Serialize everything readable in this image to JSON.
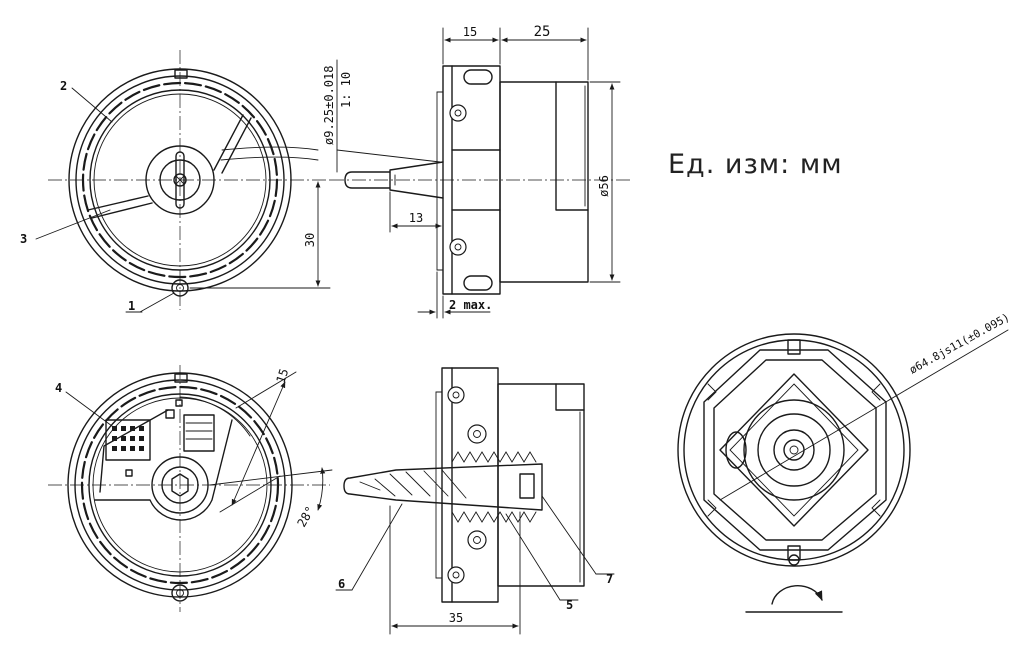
{
  "units_note": "Ед. изм: мм",
  "dimensions": {
    "d_15_top": "15",
    "d_25": "25",
    "shaft_dia": "ø9.25±0.018",
    "taper": "1: 10",
    "d_13": "13",
    "d_56": "ø56",
    "d_2max": "2 max.",
    "d_30": "30",
    "d_15_angled": "15",
    "angle_28": "28°",
    "d_35": "35",
    "d_64": "ø64.8js11(±0.095)"
  },
  "callouts": {
    "c1": "1",
    "c2": "2",
    "c3": "3",
    "c4": "4",
    "c5": "5",
    "c6": "6",
    "c7": "7"
  }
}
